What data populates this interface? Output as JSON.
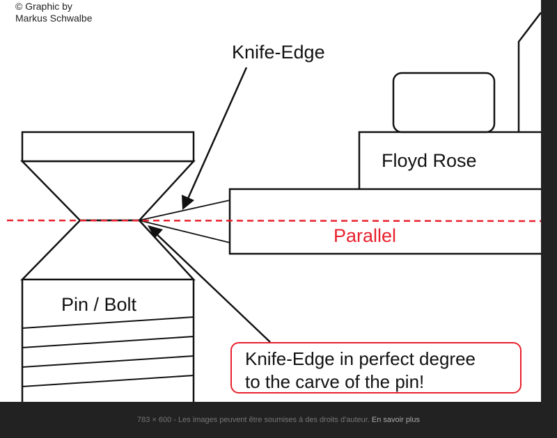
{
  "image": {
    "credit_line1": "© Graphic by",
    "credit_line2": "Markus Schwalbe",
    "labels": {
      "knife_edge": "Knife-Edge",
      "floyd_rose": "Floyd Rose",
      "parallel": "Parallel",
      "pin_bolt": "Pin / Bolt"
    },
    "callout": {
      "line1": "Knife-Edge in perfect degree",
      "line2": "to the carve of the pin!"
    },
    "colors": {
      "accent_red": "#e8202c",
      "stroke": "#111111"
    }
  },
  "footer": {
    "dimensions": "783 × 600",
    "separator": " - ",
    "notice": "Les images peuvent être soumises à des droits d'auteur.",
    "link": "En savoir plus"
  }
}
